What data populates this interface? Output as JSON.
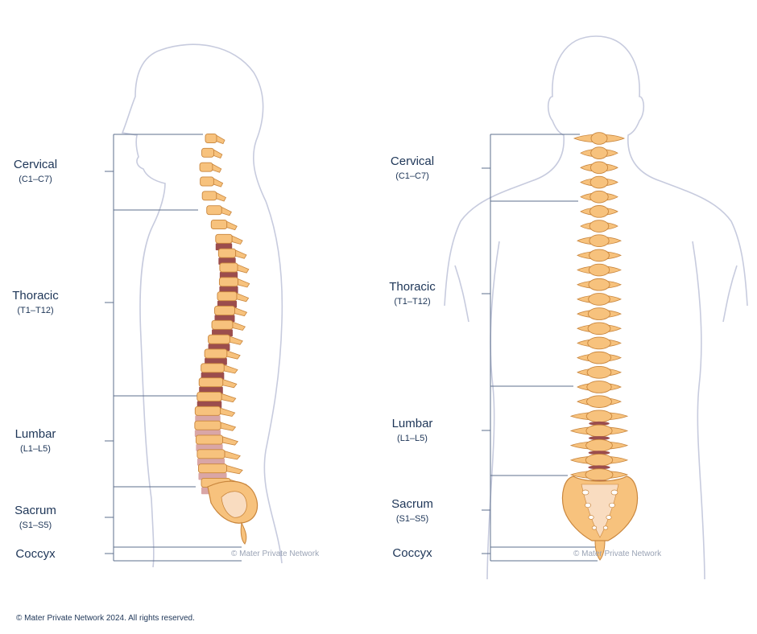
{
  "left_panel": {
    "regions": [
      {
        "name": "Cervical",
        "range": "(C1–C7)"
      },
      {
        "name": "Thoracic",
        "range": "(T1–T12)"
      },
      {
        "name": "Lumbar",
        "range": "(L1–L5)"
      },
      {
        "name": "Sacrum",
        "range": "(S1–S5)"
      },
      {
        "name": "Coccyx",
        "range": ""
      }
    ],
    "watermark": "© Mater Private Network"
  },
  "right_panel": {
    "regions": [
      {
        "name": "Cervical",
        "range": "(C1–C7)"
      },
      {
        "name": "Thoracic",
        "range": "(T1–T12)"
      },
      {
        "name": "Lumbar",
        "range": "(L1–L5)"
      },
      {
        "name": "Sacrum",
        "range": "(S1–S5)"
      },
      {
        "name": "Coccyx",
        "range": ""
      }
    ],
    "watermark": "© Mater Private Network"
  },
  "footer": {
    "copyright": "© Mater Private Network 2024. All rights reserved."
  },
  "colors": {
    "bone": "#f7c27d",
    "bone_stroke": "#c9863d",
    "disc": "#9b4d4d",
    "outline": "#c7cbde",
    "bracket": "#5d6f8c",
    "label": "#1d3557"
  }
}
